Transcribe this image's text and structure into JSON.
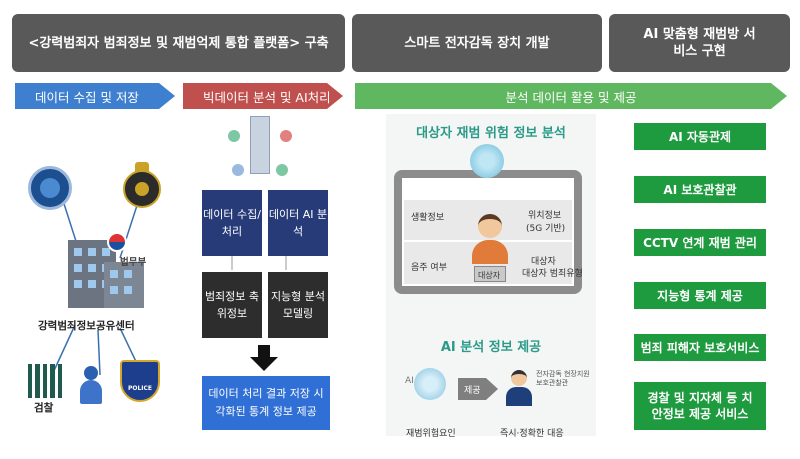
{
  "headers": {
    "platform": "<강력범죄자 범죄정보 및 재범억제 통합 플랫폼> 구축",
    "device": "스마트 전자감독 장치 개발",
    "service": "AI 맞춤형 재범방 서비스 구현"
  },
  "stages": {
    "collect": "데이터 수집 및 저장",
    "analyze": "빅데이터 분석 및 AI처리",
    "use": "분석 데이터 활용 및 제공"
  },
  "left": {
    "ministry_label": "법무부",
    "center_label": "강력범죄정보공유센터",
    "prosecution_label": "검찰",
    "police_badge_text": "POLICE"
  },
  "middle": {
    "box1": "데이터 수집/처리",
    "box2": "데이터 AI 분석",
    "box3": "범죄정보 축위정보",
    "box4": "지능형 분석 모델링",
    "result": "데이터 처리 결과 저장 시각화된 통계 정보 제공"
  },
  "risk_panel": {
    "title": "대상자 재범 위험 정보 분석",
    "life_info": "생활정보",
    "location_info": "위치정보",
    "location_sub": "(5G 기반)",
    "drinking": "음주 여부",
    "subject": "대상자",
    "crime_type": "대상자 범죄유형"
  },
  "ai_panel": {
    "title": "AI 분석 정보 제공",
    "ai_label": "AI",
    "provide": "제공",
    "agency": "전자감독 현장지원 보호관찰관",
    "risk_factor": "재범위험요인",
    "response": "즉시·정확한 대응"
  },
  "services": [
    "AI 자동관제",
    "AI 보호관찰관",
    "CCTV 연계 재범 관리",
    "지능형 통계 제공",
    "범죄 피해자 보호서비스",
    "경찰 및 지자체 등 치안정보 제공 서비스"
  ],
  "colors": {
    "header_gray": "#595959",
    "stage_blue": "#3f7fcf",
    "stage_red": "#c0504d",
    "stage_green": "#5fb85f",
    "navy": "#283b79",
    "service_green": "#1e9a3f"
  }
}
